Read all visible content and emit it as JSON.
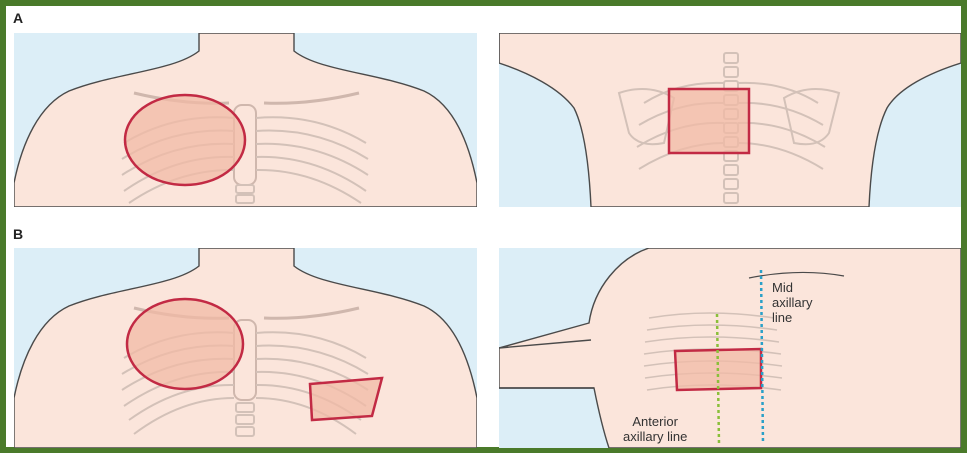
{
  "figure": {
    "row_labels": {
      "a": "A",
      "b": "B"
    },
    "annotations": {
      "mid_axillary_line": {
        "line1": "Mid",
        "line2": "axillary",
        "line3": "line"
      },
      "anterior_axillary_line": {
        "line1": "Anterior",
        "line2": "axillary line"
      }
    },
    "colors": {
      "frame": "#4a7a2a",
      "background": "#dceef7",
      "skin": "#fbe5db",
      "region_fill": "#f2b9a6",
      "region_outline": "#c22a44",
      "mid_axillary_line": "#2aa0c8",
      "anterior_axillary_line": "#8abf3a"
    }
  }
}
